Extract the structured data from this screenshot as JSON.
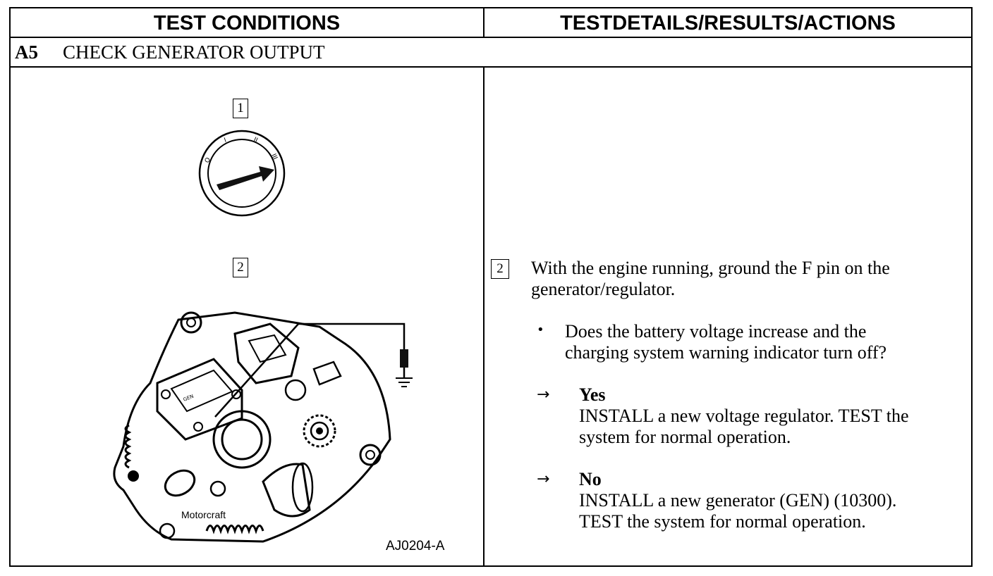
{
  "header": {
    "left": "TEST CONDITIONS",
    "right": "TESTDETAILS/RESULTS/ACTIONS"
  },
  "step": {
    "code": "A5",
    "title": "CHECK GENERATOR OUTPUT"
  },
  "figure": {
    "box1": "1",
    "box2": "2",
    "ignition_marks": [
      "O",
      "I",
      "II",
      "III"
    ],
    "brand_text": "Motorcraft",
    "figure_id": "AJ0204-A",
    "icons": [
      "ignition-switch-icon",
      "generator-icon",
      "ground-symbol-icon"
    ]
  },
  "details": {
    "box": "2",
    "instruction_line1": "With the engine running, ground the F pin on the",
    "instruction_line2": "generator/regulator.",
    "bullet": "•",
    "question_line1": "Does the battery voltage increase and the",
    "question_line2": "charging system warning indicator turn off?",
    "arrow": "→",
    "yes_label": "Yes",
    "yes_line1": "INSTALL a new voltage regulator. TEST the",
    "yes_line2": "system for normal operation.",
    "no_label": "No",
    "no_line1": "INSTALL a new generator (GEN) (10300).",
    "no_line2": "TEST the system for normal operation."
  }
}
